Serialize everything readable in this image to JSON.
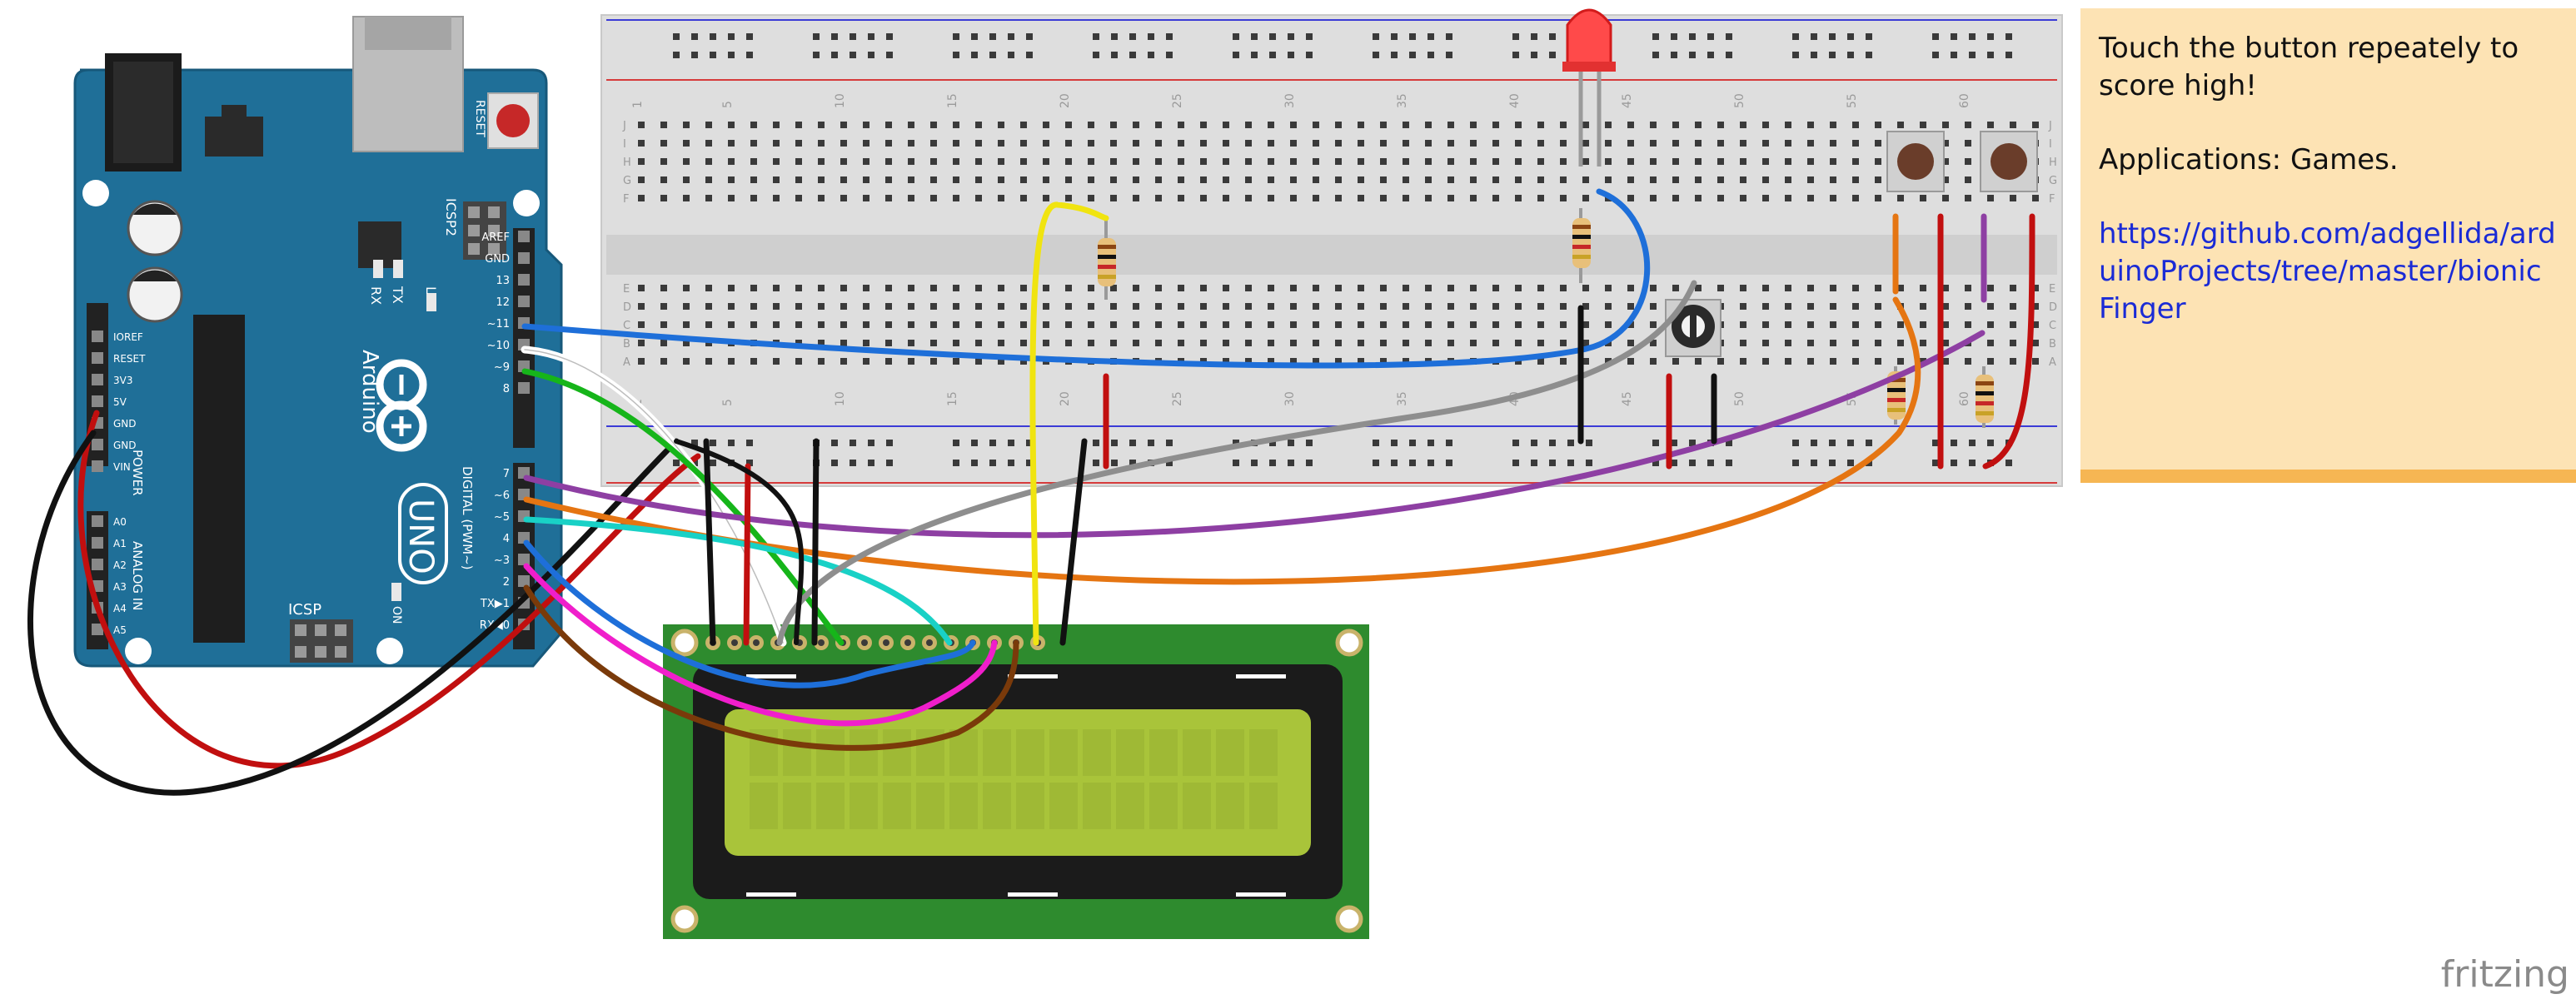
{
  "note": {
    "line1": "Touch the button repeately to score high!",
    "line2": "Applications: Games.",
    "link": "https://github.com/adgellida/arduinoProjects/tree/master/bionicFinger"
  },
  "watermark": "fritzing",
  "arduino": {
    "brand": "Arduino",
    "model": "UNO",
    "reset_label": "RESET",
    "icsp_label": "ICSP",
    "icsp2_label": "ICSP2",
    "on_label": "ON",
    "power_label": "POWER",
    "analog_label": "ANALOG IN",
    "digital_label": "DIGITAL (PWM~)",
    "led_labels": [
      "L",
      "TX",
      "RX"
    ],
    "digital_pins": [
      "AREF",
      "GND",
      "13",
      "12",
      "~11",
      "~10",
      "~9",
      "8",
      "7",
      "~6",
      "~5",
      "4",
      "~3",
      "2",
      "TX▶1",
      "RX◀0"
    ],
    "power_pins": [
      "IOREF",
      "RESET",
      "3V3",
      "5V",
      "GND",
      "GND",
      "VIN"
    ],
    "analog_pins": [
      "A0",
      "A1",
      "A2",
      "A3",
      "A4",
      "A5"
    ]
  },
  "breadboard": {
    "column_numbers": [
      "1",
      "5",
      "10",
      "15",
      "20",
      "25",
      "30",
      "35",
      "40",
      "45",
      "50",
      "55",
      "60"
    ],
    "row_letters_top": [
      "J",
      "I",
      "H",
      "G",
      "F"
    ],
    "row_letters_bottom": [
      "E",
      "D",
      "C",
      "B",
      "A"
    ]
  },
  "colors": {
    "board": "#1f6f98",
    "breadboard": "#dcdcdc",
    "lcd_pcb": "#2e8b2e",
    "lcd_screen": "#a9c43a",
    "note_bg": "#fde3b4",
    "note_accent": "#f6b653",
    "link": "#1a2bd6"
  },
  "icons": [
    "arduino-uno-board",
    "breadboard",
    "lcd-16x2",
    "red-led",
    "resistor",
    "potentiometer",
    "push-button"
  ]
}
